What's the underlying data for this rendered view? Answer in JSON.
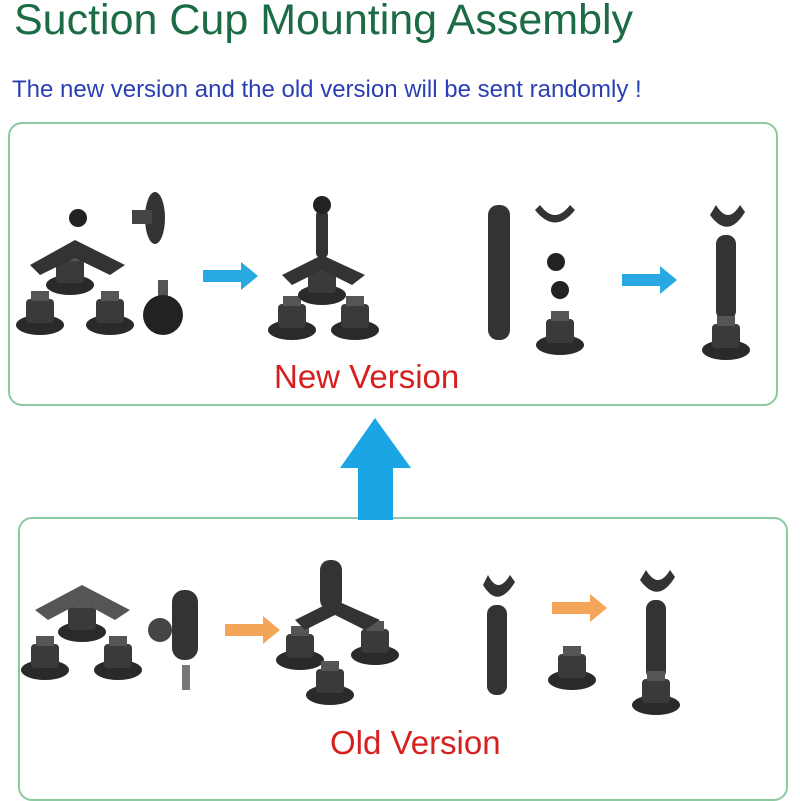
{
  "title": "Suction Cup Mounting Assembly",
  "subtitle": "The new version and the old version will be sent randomly !",
  "new_section": {
    "label": "New Version",
    "arrow_color": "#29a9e1"
  },
  "old_section": {
    "label": "Old Version",
    "arrow_color": "#f5a55a"
  },
  "upgrade_arrow_color": "#1aa6e4"
}
